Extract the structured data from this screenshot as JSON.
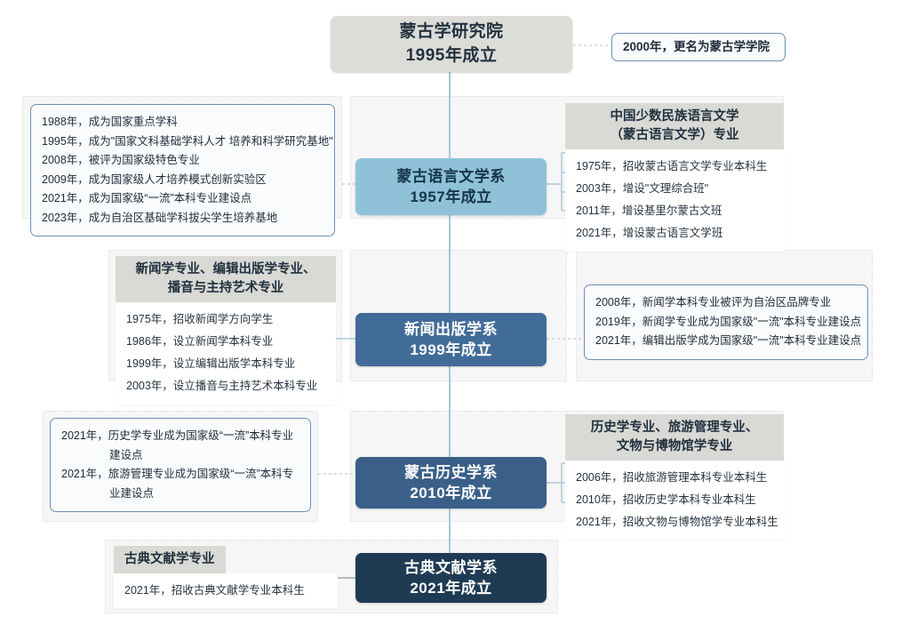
{
  "colors": {
    "root_fill": "#dcdcd8",
    "level1_fill": "#8fc2d8",
    "level2_fill": "#426c98",
    "level3_fill": "#3a6089",
    "level4_fill": "#1f3b54",
    "trunk_line": "#a9c6d6",
    "callout_border": "#6d8fb4",
    "panel_bg": "#f6f6f6",
    "header_tag": "#d9d9d5"
  },
  "root": {
    "title": "蒙古学研究院",
    "founded": "1995年成立",
    "note": "2000年，更名为蒙古学学院"
  },
  "sections": [
    {
      "node_title": "蒙古语言文学系",
      "node_founded": "1957年成立",
      "achievements": [
        "1988年，成为国家重点学科",
        "1995年，成为\"国家文科基础学科人才 培养和科学研究基地\"",
        "2008年，被评为国家级特色专业",
        "2009年，成为国家级人才培养模式创新实验区",
        "2021年，成为国家级“一流”本科专业建设点",
        "2023年，成为自治区基础学科拔尖学生培养基地"
      ],
      "majors_header": "中国少数民族语言文学\n（蒙古语言文学）专业",
      "milestones": [
        "1975年，招收蒙古语言文学专业本科生",
        "2003年，增设\"文理综合班\"",
        "2011年，增设基里尔蒙古文班",
        "2021年，增设蒙古语言文学班"
      ]
    },
    {
      "node_title": "新闻出版学系",
      "node_founded": "1999年成立",
      "achievements": [
        "2008年，新闻学本科专业被评为自治区品牌专业",
        "2019年，新闻学专业成为国家级\"一流\"本科专业建设点",
        "2021年，编辑出版学成为国家级\"一流\"本科专业建设点"
      ],
      "majors_header": "新闻学专业、编辑出版学专业、\n播音与主持艺术专业",
      "milestones": [
        "1975年，招收新闻学方向学生",
        "1986年，设立新闻学本科专业",
        "1999年，设立编辑出版学本科专业",
        "2003年，设立播音与主持艺术本科专业"
      ]
    },
    {
      "node_title": "蒙古历史学系",
      "node_founded": "2010年成立",
      "achievements": [
        "2021年，历史学专业成为国家级“一流”本科专业建设点",
        "2021年，旅游管理专业成为国家级“一流”本科专业建设点"
      ],
      "majors_header": "历史学专业、旅游管理专业、\n文物与博物馆学专业",
      "milestones": [
        "2006年，招收旅游管理本科专业本科生",
        "2010年，招收历史学本科专业本科生",
        "2021年，招收文物与博物馆学专业本科生"
      ]
    },
    {
      "node_title": "古典文献学系",
      "node_founded": "2021年成立",
      "majors_header": "古典文献学专业",
      "milestones": [
        "2021年，招收古典文献学专业本科生"
      ]
    }
  ]
}
